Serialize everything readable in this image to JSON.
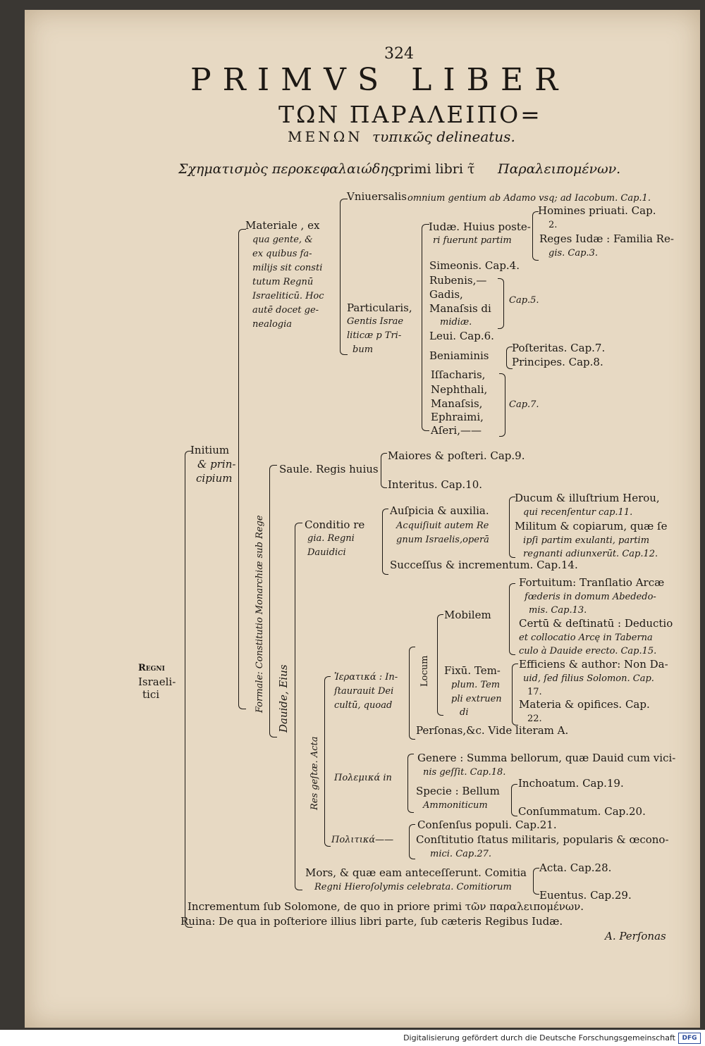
{
  "page_number": "324",
  "title_line1": "PRIMVS LIBER",
  "title_line2": "ΤΩΝ ΠΑΡΑΛΕΙΠΟ=",
  "title_line3a": "ΜΕΝΩΝ",
  "title_line3b": "τυπικῶς delineatus.",
  "subtitle_greek": "Σχηματισμὸς περοκεφαλαιώδης",
  "subtitle_latin": "primi libri τ̃",
  "subtitle_greek2": "Παραλειπομένων.",
  "root": [
    "Regni",
    "Israeli-",
    "tici"
  ],
  "n_initium": [
    "Initium",
    "& prin-",
    "cipium"
  ],
  "n_materiale": [
    "Materiale , ex",
    "qua gente, &",
    "ex quibus fa-",
    "milijs sit consti",
    "tutum Regnū",
    "Israeliticū. Hoc",
    "autē docet ge-",
    "nealogia"
  ],
  "n_vniuersalis_a": "Vniuersalis",
  "n_vniuersalis_b": "omnium gentium ab Adamo vsq; ad Iacobum. Cap.1.",
  "n_particularis": [
    "Particularis,",
    "Gentis Israe",
    "liticæ p Tri-",
    "bum"
  ],
  "n_iudae": [
    "Iudæ. Huius poste-",
    "ri fuerunt partim"
  ],
  "n_homines": [
    "Homines priuati. Cap.",
    "2."
  ],
  "n_reges": [
    "Reges Iudæ : Familia Re-",
    "gis. Cap.3."
  ],
  "n_simeonis": "Simeonis. Cap.4.",
  "n_rubenis": "Rubenis,—",
  "n_gadis": "Gadis,",
  "n_manassis_di": "Manaſsis di",
  "n_midiae": "midiæ.",
  "n_cap5": "Cap.5.",
  "n_leui": "Leui. Cap.6.",
  "n_beniaminis": "Beniaminis",
  "n_posteritas": "Poſteritas. Cap.7.",
  "n_principes": "Principes. Cap.8.",
  "n_issacharis": "Iſſacharis,",
  "n_nephthali": "Nephthali,",
  "n_manassis": "Manaſsis,",
  "n_ephraimi": "Ephraimi,",
  "n_aseri": "Aſeri,——",
  "n_cap7": "Cap.7.",
  "n_formale_vertical": "Formale: Constitutio Monarchiæ sub Rege",
  "n_saule": "Saule. Regis huius",
  "n_maiores": "Maiores & poſteri. Cap.9.",
  "n_interitus": "Interitus. Cap.10.",
  "n_dauide_vertical": "Dauide, Eius",
  "n_conditio": [
    "Conditio re",
    "gia. Regni",
    "Dauidici"
  ],
  "n_auspicia": "Auſpicia & auxilia.",
  "n_acquisiuit": [
    "Acquiſiuit autem Re",
    "gnum Israelis,operā"
  ],
  "n_ducum": [
    "Ducum & illuſtrium Herou,",
    "qui recenſentur cap.11."
  ],
  "n_militum": [
    "Militum & copiarum, quæ ſe",
    "ipſi partim exulanti, partim",
    "regnanti adiunxerūt. Cap.12."
  ],
  "n_successus": "Succeſſus & incrementum. Cap.14.",
  "n_resgestae_vertical": "Res geſtæ. Acta",
  "n_ierastika": [
    "Ἱερατικά : In-",
    "ſtaurauit Dei",
    "cultū, quoad"
  ],
  "n_locum_vertical": "Locum",
  "n_mobilem": "Mobilem",
  "n_fortuitum": [
    "Fortuitum: Tranſlatio Arcæ",
    "fœderis in domum Abededo-",
    "mis. Cap.13."
  ],
  "n_certu": [
    "Certū & deſtinatū : Deductio",
    "et collocatio Arcę in Taberna",
    "culo à Dauide erecto. Cap.15."
  ],
  "n_fixu": [
    "Fixū. Tem-",
    "plum. Tem",
    "pli extruen",
    "di"
  ],
  "n_efficiens": [
    "Efficiens & author: Non Da-",
    "uid, ſed filius Solomon. Cap.",
    "17."
  ],
  "n_materia": [
    "Materia & opifices. Cap.",
    "22."
  ],
  "n_personas": "Perſonas,&c. Vide literam A.",
  "n_polemika": "Πολεμικά in",
  "n_genere": [
    "Genere : Summa bellorum, quæ Dauid cum vici-",
    "nis geſſit. Cap.18."
  ],
  "n_specie": [
    "Specie : Bellum",
    "Ammoniticum"
  ],
  "n_inchoatum": "Inchoatum. Cap.19.",
  "n_consummatum": "Conſummatum. Cap.20.",
  "n_politika": "Πολιτικά——",
  "n_consensus": "Conſenſus populi. Cap.21.",
  "n_constitutio": [
    "Conſtitutio ſtatus militaris, popularis & œcono-",
    "mici. Cap.27."
  ],
  "n_mors": [
    "Mors, & quæ eam anteceſſerunt. Comitia",
    "Regni Hieroſolymis celebrata. Comitiorum"
  ],
  "n_acta": "Acta. Cap.28.",
  "n_euentus": "Euentus. Cap.29.",
  "n_incrementum": "Incrementum ſub Solomone, de quo in priore primi τῶν παραλειπομένων.",
  "n_ruina": "Ruina: De qua in poſteriore illius libri parte, ſub cæteris Regibus Iudæ.",
  "catchword": "A. Perſonas",
  "footer_text": "Digitalisierung gefördert durch die Deutsche Forschungsgemeinschaft",
  "footer_logo": "DFG"
}
